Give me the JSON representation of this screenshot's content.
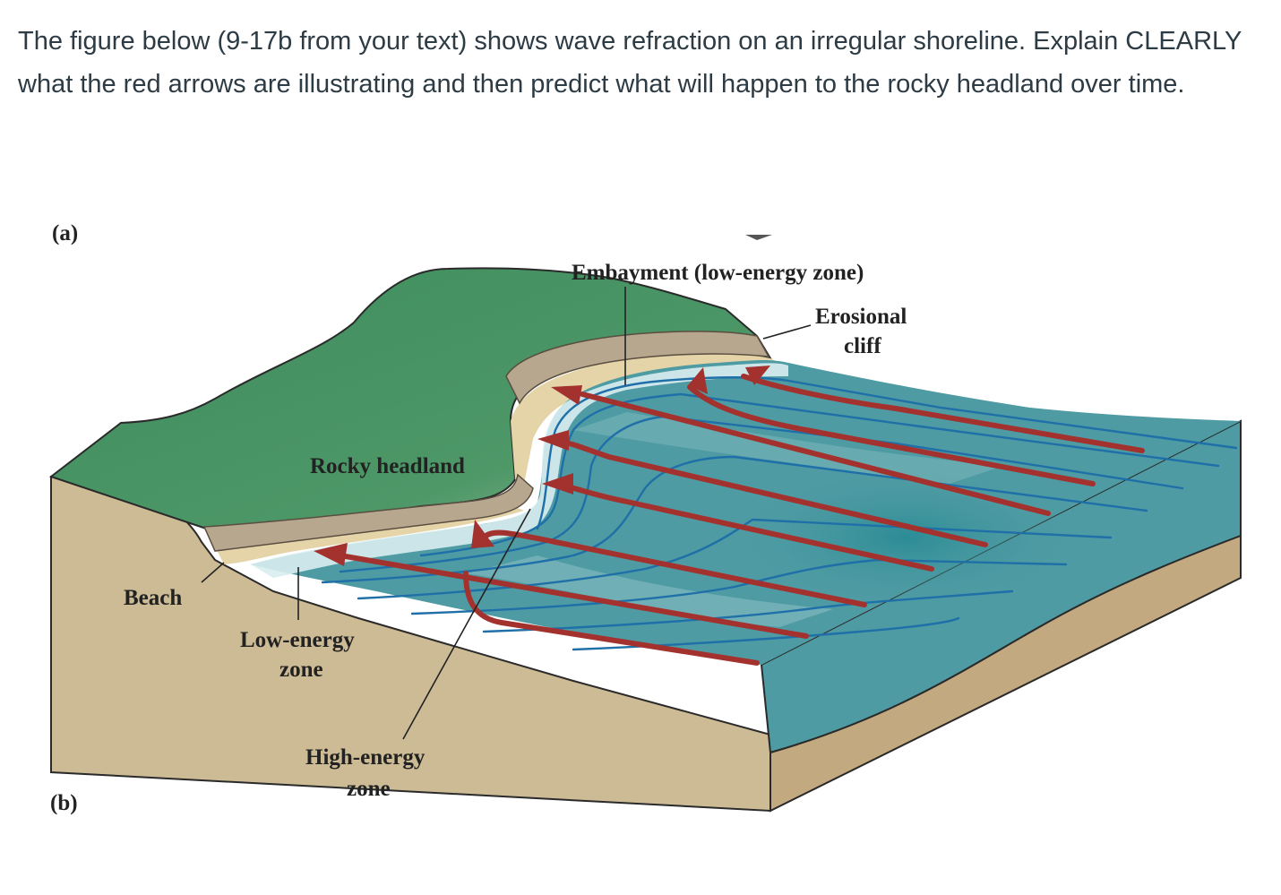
{
  "question": {
    "text": "The figure below (9-17b from your text) shows wave refraction on an irregular shoreline.  Explain CLEARLY what the red arrows are illustrating and then predict what will happen to the rocky headland over time."
  },
  "figure": {
    "labels": {
      "top_cut": "(a)",
      "panel": "(b)",
      "embayment": "Embayment (low-energy zone)",
      "erosional_1": "Erosional",
      "erosional_2": "cliff",
      "rocky_headland": "Rocky headland",
      "beach": "Beach",
      "low_energy_1": "Low-energy",
      "low_energy_2": "zone",
      "high_energy_1": "High-energy",
      "high_energy_2": "zone"
    },
    "colors": {
      "land": "#4a9466",
      "sand": "#d6c49a",
      "block_side": "#c9b791",
      "cliff": "#b8a78f",
      "water": "#4f9ba3",
      "water_deep": "#2b8b95",
      "foam": "#dbeef1",
      "wave_crest": "#1f6fa8",
      "arrow": "#a3322f"
    },
    "icons": [
      "red-arrow-icon"
    ]
  }
}
